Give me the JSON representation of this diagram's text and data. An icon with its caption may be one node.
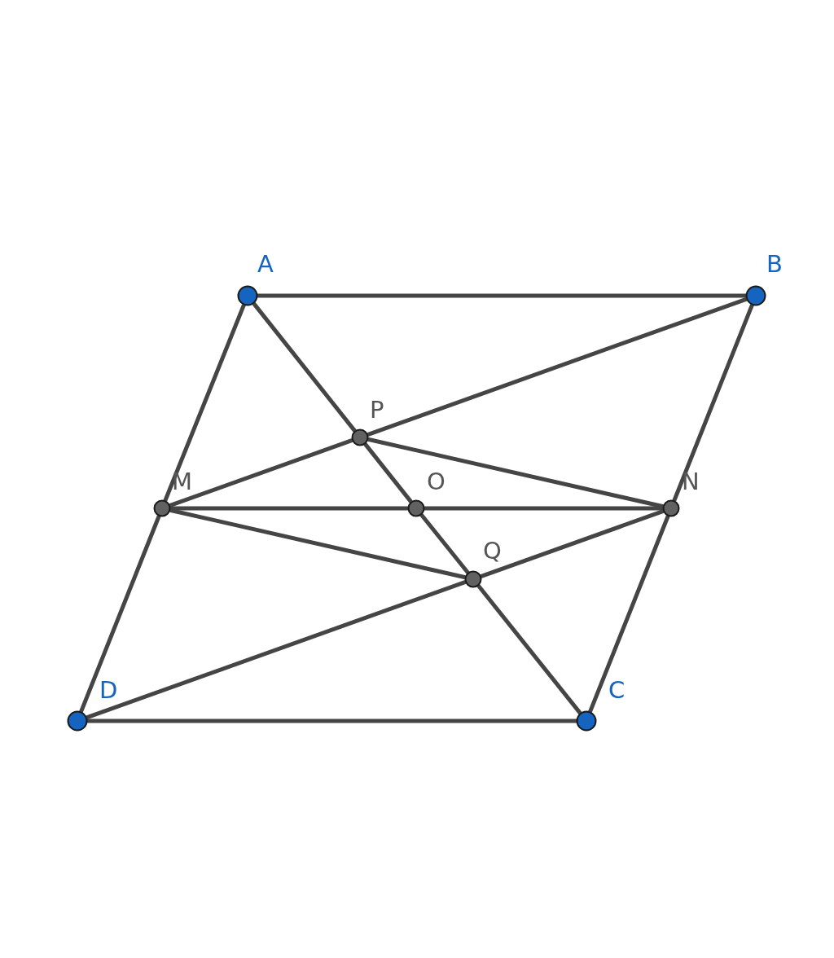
{
  "diagram": {
    "nodes": [
      {
        "text": [
          "A"
        ]
      },
      {
        "text": [
          "B"
        ]
      },
      {
        "text": [
          "C"
        ]
      },
      {
        "text": [
          "D"
        ]
      },
      {
        "text": [
          "M"
        ]
      },
      {
        "text": [
          "N"
        ]
      },
      {
        "text": [
          "O"
        ]
      },
      {
        "text": [
          "P"
        ]
      },
      {
        "text": [
          "Q"
        ]
      }
    ],
    "edges": [
      {
        "from": 0,
        "to": 1,
        "arrow": "none"
      },
      {
        "from": 1,
        "to": 5,
        "arrow": "none"
      },
      {
        "from": 5,
        "to": 2,
        "arrow": "none"
      },
      {
        "from": 2,
        "to": 3,
        "arrow": "none"
      },
      {
        "from": 3,
        "to": 4,
        "arrow": "none"
      },
      {
        "from": 4,
        "to": 0,
        "arrow": "none"
      },
      {
        "from": 0,
        "to": 7,
        "arrow": "none"
      },
      {
        "from": 7,
        "to": 6,
        "arrow": "none"
      },
      {
        "from": 6,
        "to": 8,
        "arrow": "none"
      },
      {
        "from": 8,
        "to": 2,
        "arrow": "none"
      },
      {
        "from": 4,
        "to": 7,
        "arrow": "none"
      },
      {
        "from": 7,
        "to": 1,
        "arrow": "none"
      },
      {
        "from": 3,
        "to": 8,
        "arrow": "none"
      },
      {
        "from": 8,
        "to": 5,
        "arrow": "none"
      },
      {
        "from": 4,
        "to": 6,
        "arrow": "none"
      },
      {
        "from": 6,
        "to": 5,
        "arrow": "none"
      },
      {
        "from": 7,
        "to": 5,
        "arrow": "none"
      },
      {
        "from": 4,
        "to": 8,
        "arrow": "none"
      }
    ]
  }
}
